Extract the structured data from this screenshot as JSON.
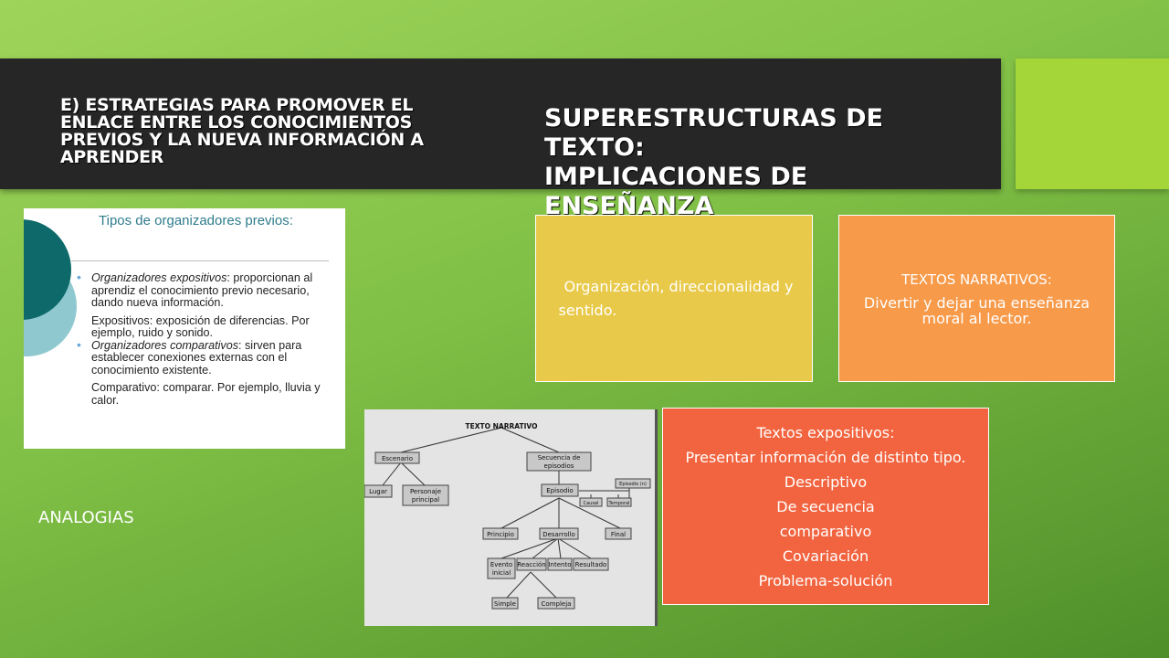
{
  "header": {
    "left_title": "E) ESTRATEGIAS PARA PROMOVER EL ENLACE ENTRE LOS CONOCIMIENTOS PREVIOS Y LA NUEVA INFORMACIÓN A APRENDER",
    "right_title_line1": "SUPERESTRUCTURAS DE TEXTO:",
    "right_title_line2": "IMPLICACIONES DE ENSEÑANZA"
  },
  "colors": {
    "banner": "#262626",
    "accent": "#a4d63a",
    "yellow_box": "#e8c94a",
    "orange_box": "#f79a4a",
    "red_box": "#f2643f"
  },
  "thumbnail": {
    "title": "Tipos de organizadores previos:",
    "item1_term": "Organizadores expositivos",
    "item1_text": ": proporcionan al aprendiz el conocimiento previo necesario, dando nueva información.",
    "item1_sub": "Expositivos: exposición de diferencias. Por ejemplo, ruido y sonido.",
    "item2_term": "Organizadores comparativos",
    "item2_text": ": sirven para establecer conexiones externas con el conocimiento existente.",
    "item2_sub": "Comparativo: comparar. Por ejemplo, lluvia y calor."
  },
  "analogias": "ANALOGIAS",
  "diagram": {
    "root": "TEXTO NARRATIVO",
    "escenario": "Escenario",
    "lugar": "Lugar",
    "personaje_1": "Personaje",
    "personaje_2": "principal",
    "secuencia_1": "Secuencia de",
    "secuencia_2": "episodios",
    "episodio": "Episodio",
    "episodio_n": "Episodio (n)",
    "causal": "Causal",
    "temporal": "Temporal",
    "principio": "Principio",
    "desarrollo": "Desarrollo",
    "final": "Final",
    "evento_1": "Evento",
    "evento_2": "inicial",
    "reaccion": "Reacción",
    "intento": "Intento",
    "resultado": "Resultado",
    "simple": "Simple",
    "compleja": "Compleja"
  },
  "boxes": {
    "yellow_line1": "Organización, direccionalidad y",
    "yellow_line2": "sentido.",
    "orange_title": "TEXTOS NARRATIVOS:",
    "orange_text": "Divertir y dejar una enseñanza moral al lector.",
    "red_lines": [
      "Textos expositivos:",
      "Presentar información de distinto tipo.",
      "Descriptivo",
      "De secuencia",
      "comparativo",
      "Covariación",
      "Problema-solución"
    ]
  }
}
